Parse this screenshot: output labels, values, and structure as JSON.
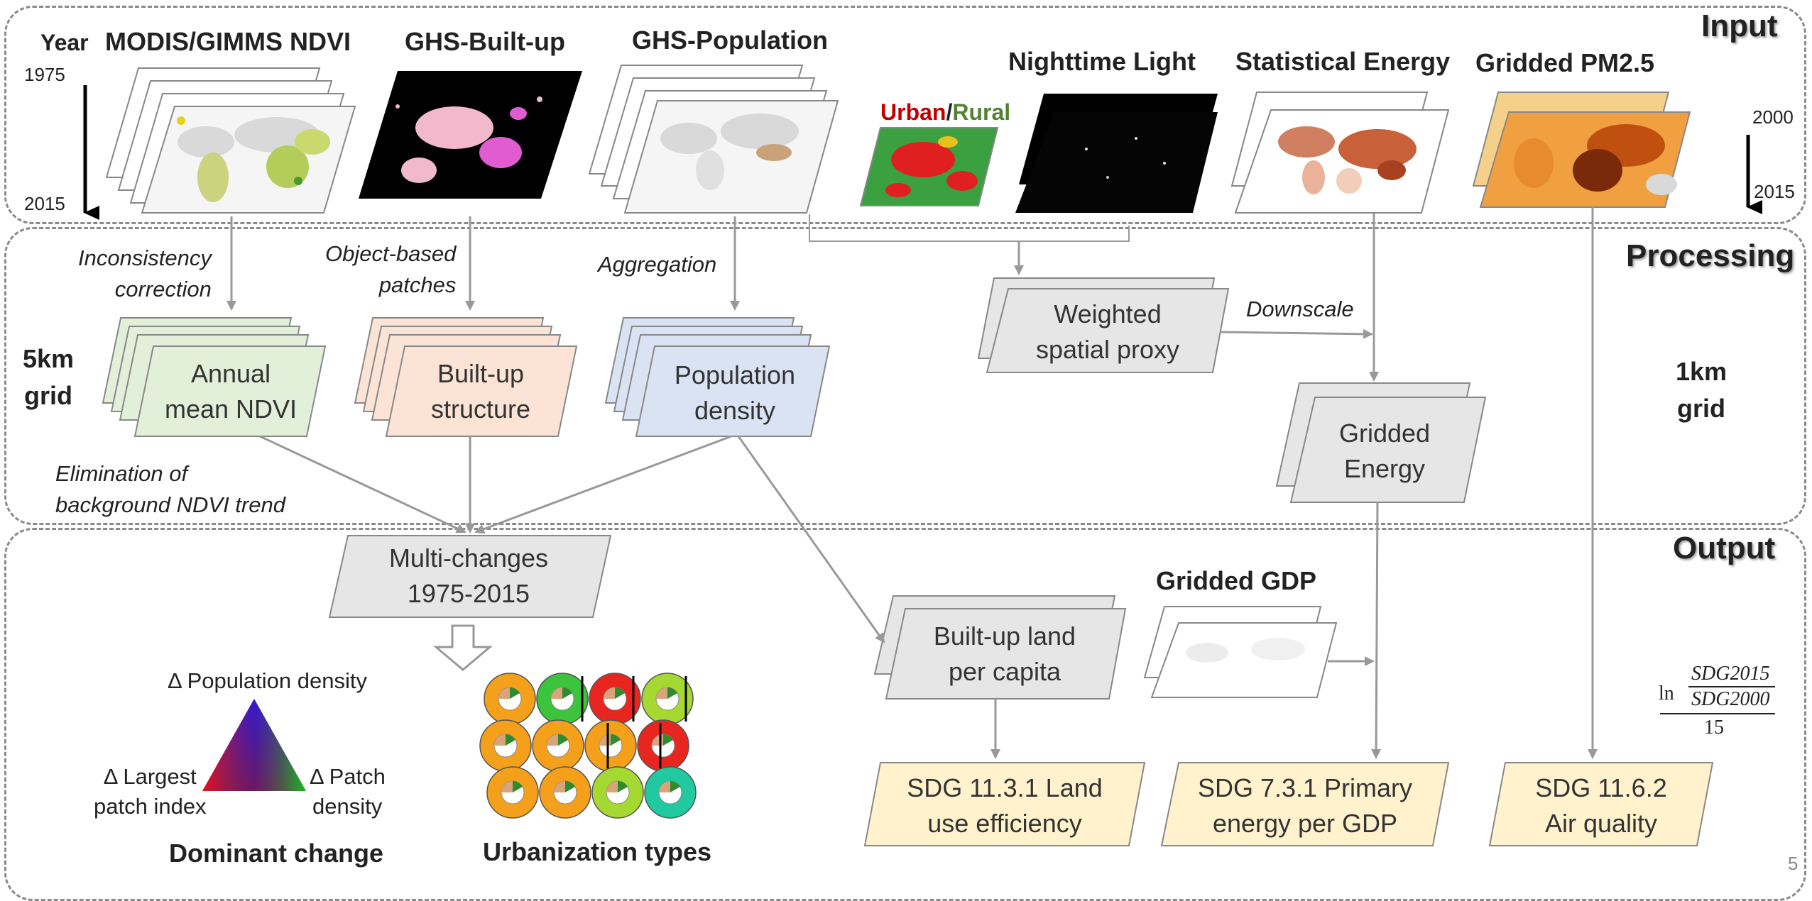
{
  "sections": {
    "input": "Input",
    "processing": "Processing",
    "output": "Output"
  },
  "input": {
    "year_label": "Year",
    "year_start": "1975",
    "year_end": "2015",
    "right_year_start": "2000",
    "right_year_end": "2015",
    "datasets": [
      "MODIS/GIMMS NDVI",
      "GHS-Built-up",
      "GHS-Population",
      "Nighttime Light",
      "Statistical Energy",
      "Gridded PM2.5"
    ],
    "urban_label": "Urban",
    "slash": "/",
    "rural_label": "Rural"
  },
  "processing": {
    "grid5_line1": "5km",
    "grid5_line2": "grid",
    "grid1_line1": "1km",
    "grid1_line2": "grid",
    "step_inconsistency_1": "Inconsistency",
    "step_inconsistency_2": "correction",
    "step_object_1": "Object-based",
    "step_object_2": "patches",
    "step_aggregation": "Aggregation",
    "step_downscale": "Downscale",
    "step_elimination_1": "Elimination of",
    "step_elimination_2": "background NDVI trend",
    "box_ndvi_1": "Annual",
    "box_ndvi_2": "mean NDVI",
    "box_builtup_1": "Built-up",
    "box_builtup_2": "structure",
    "box_pop_1": "Population",
    "box_pop_2": "density",
    "box_proxy_1": "Weighted",
    "box_proxy_2": "spatial proxy",
    "box_energy_1": "Gridded",
    "box_energy_2": "Energy"
  },
  "output": {
    "multi_1": "Multi-changes",
    "multi_2": "1975-2015",
    "gdp_title": "Gridded GDP",
    "builtup_per_capita_1": "Built-up land",
    "builtup_per_capita_2": "per capita",
    "tri_top": "Δ Population density",
    "tri_left_1": "Δ Largest",
    "tri_left_2": "patch index",
    "tri_right_1": "Δ Patch",
    "tri_right_2": "density",
    "dominant_change": "Dominant change",
    "urbanization_types": "Urbanization types",
    "sdg_land_1": "SDG 11.3.1 Land",
    "sdg_land_2": "use efficiency",
    "sdg_energy_1": "SDG 7.3.1 Primary",
    "sdg_energy_2": "energy per GDP",
    "sdg_air_1": "SDG 11.6.2",
    "sdg_air_2": "Air quality",
    "formula_ln": "ln",
    "formula_num": "SDG2015",
    "formula_den": "SDG2000",
    "formula_div": "15",
    "page_number": "5"
  },
  "colors": {
    "ndvi_box": "#e2efd9",
    "builtup_box": "#fbe4d5",
    "pop_box": "#dae3f3",
    "grey_box": "#e6e6e6",
    "sdg_box": "#fff2cc",
    "urban": "#c00000",
    "rural": "#548235",
    "orange": "#f5a01a",
    "red": "#e8261f",
    "green": "#3cc43c",
    "lime": "#a6d832",
    "teal": "#20c9a0"
  }
}
